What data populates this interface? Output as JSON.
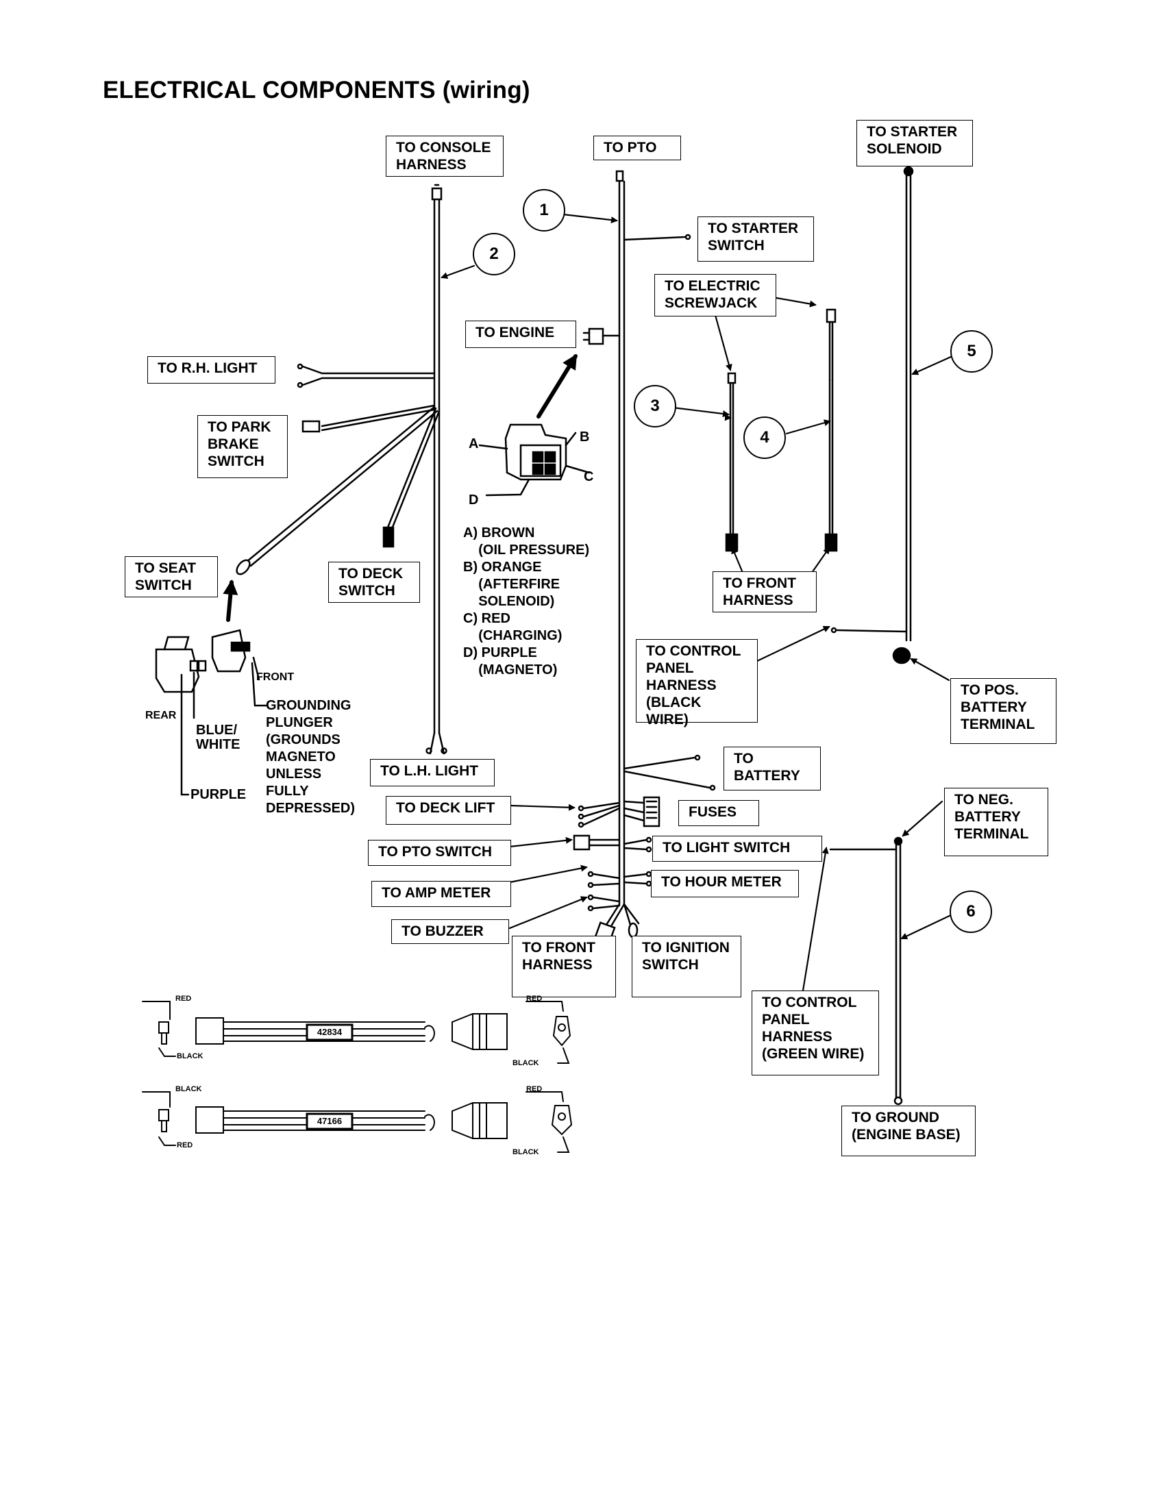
{
  "title": "ELECTRICAL COMPONENTS (wiring)",
  "callouts": [
    "1",
    "2",
    "3",
    "4",
    "5",
    "6"
  ],
  "labels": {
    "console_harness": "TO CONSOLE\nHARNESS",
    "pto": "TO PTO",
    "starter_solenoid": "TO STARTER\nSOLENOID",
    "starter_switch": "TO STARTER\nSWITCH",
    "electric_screwjack": "TO ELECTRIC\nSCREWJACK",
    "engine": "TO ENGINE",
    "rh_light": "TO R.H. LIGHT",
    "park_brake": "TO PARK\nBRAKE\nSWITCH",
    "seat_switch": "TO SEAT\nSWITCH",
    "deck_switch": "TO DECK\nSWITCH",
    "front_harness_top": "TO FRONT\nHARNESS",
    "control_panel_black": "TO CONTROL\nPANEL\nHARNESS\n(BLACK WIRE)",
    "pos_battery": "TO POS.\nBATTERY\nTERMINAL",
    "lh_light": "TO L.H. LIGHT",
    "battery": "TO\nBATTERY",
    "deck_lift": "TO DECK LIFT",
    "fuses": "FUSES",
    "neg_battery": "TO NEG.\nBATTERY\nTERMINAL",
    "pto_switch": "TO PTO SWITCH",
    "light_switch": "TO LIGHT SWITCH",
    "hour_meter": "TO HOUR METER",
    "amp_meter": "TO AMP METER",
    "buzzer": "TO BUZZER",
    "front_harness_bottom": "TO FRONT\nHARNESS",
    "ignition_switch": "TO IGNITION\nSWITCH",
    "control_panel_green": "TO CONTROL\nPANEL\nHARNESS\n(GREEN WIRE)",
    "ground": "TO GROUND\n(ENGINE BASE)"
  },
  "connector_letters": [
    "A",
    "B",
    "C",
    "D"
  ],
  "wire_colors_legend": "A) BROWN\n    (OIL PRESSURE)\nB) ORANGE\n    (AFTERFIRE\n    SOLENOID)\nC) RED\n    (CHARGING)\nD) PURPLE\n    (MAGNETO)",
  "seat_switch_notes": {
    "front": "FRONT",
    "rear": "REAR",
    "blue_white": "BLUE/\nWHITE",
    "purple": "PURPLE",
    "grounding_plunger": "GROUNDING\nPLUNGER\n(GROUNDS\nMAGNETO\nUNLESS\nFULLY\nDEPRESSED)"
  },
  "harness_parts": [
    {
      "part_no": "42834",
      "left_top": "RED",
      "left_bottom": "BLACK",
      "right_top": "RED",
      "right_bottom": "BLACK"
    },
    {
      "part_no": "47166",
      "left_top": "BLACK",
      "left_bottom": "RED",
      "right_top": "RED",
      "right_bottom": "BLACK"
    }
  ]
}
